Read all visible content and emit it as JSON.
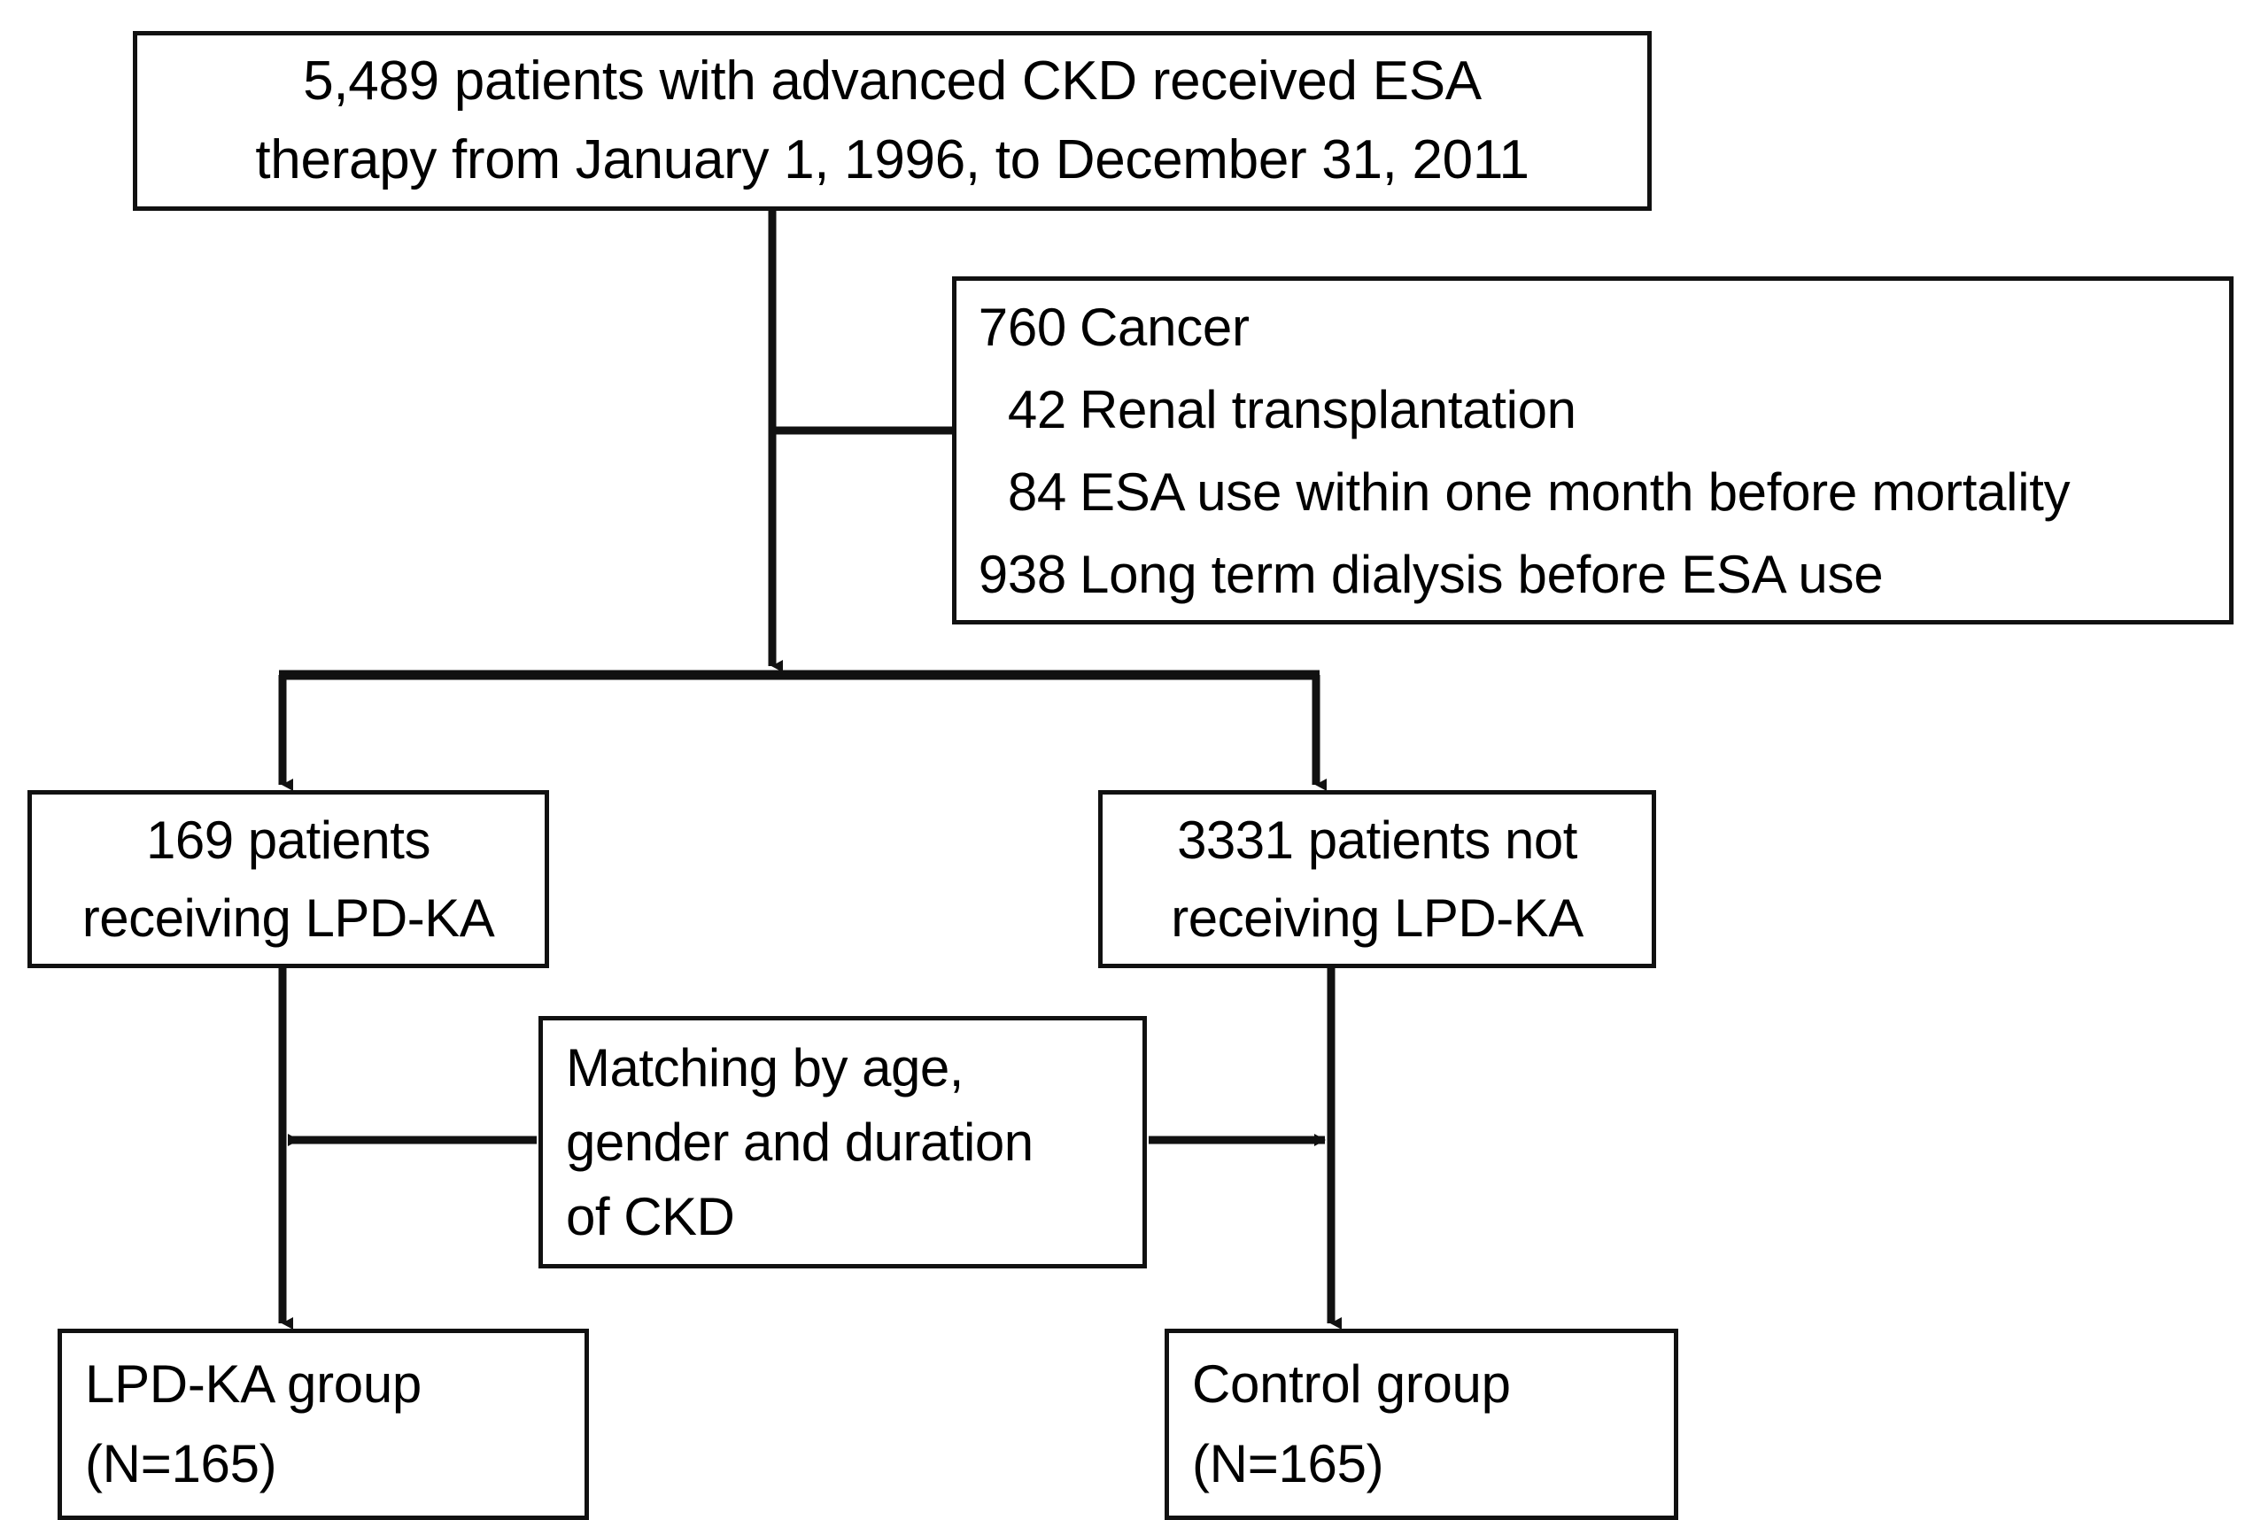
{
  "diagram": {
    "title": "Study patient selection flowchart",
    "type": "flowchart",
    "stroke_color": "#111111",
    "background_color": "#ffffff"
  },
  "cohort_box": {
    "line1": "5,489 patients with advanced CKD received ESA",
    "line2": "therapy from January 1, 1996, to December 31, 2011"
  },
  "exclusions_box": {
    "rows": [
      {
        "count": "760",
        "label": "Cancer"
      },
      {
        "count": "42",
        "label": "Renal transplantation"
      },
      {
        "count": "84",
        "label": "ESA use within one month before mortality"
      },
      {
        "count": "938",
        "label": "Long term dialysis before ESA use"
      }
    ]
  },
  "lpdka_patients_box": {
    "line1": "169 patients",
    "line2": "receiving LPD-KA"
  },
  "non_lpdka_patients_box": {
    "line1": "3331 patients not",
    "line2": "receiving LPD-KA"
  },
  "matching_box": {
    "line1": "Matching by age,",
    "line2": "gender and duration",
    "line3": "of CKD"
  },
  "lpdka_group_box": {
    "line1": "LPD-KA group",
    "line2": "(N=165)"
  },
  "control_group_box": {
    "line1": "Control group",
    "line2": "(N=165)"
  }
}
